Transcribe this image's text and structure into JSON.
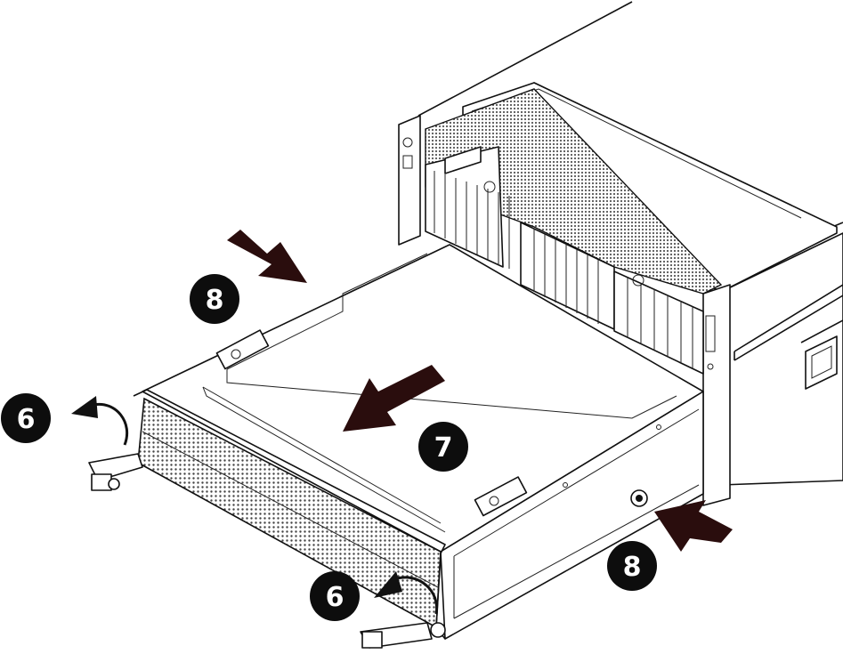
{
  "callouts": [
    {
      "id": "step-8-top",
      "label": "8"
    },
    {
      "id": "step-6-left",
      "label": "6"
    },
    {
      "id": "step-7",
      "label": "7"
    },
    {
      "id": "step-6-bottom",
      "label": "6"
    },
    {
      "id": "step-8-right",
      "label": "8"
    }
  ],
  "colors": {
    "arrow": "#2a0d0d",
    "badge": "#0d0d0d",
    "line": "#111111",
    "mesh": "#555555"
  },
  "icons": [
    "push-arrow-icon",
    "rotate-arrow-icon",
    "release-handle-icon",
    "rail-button-icon"
  ]
}
